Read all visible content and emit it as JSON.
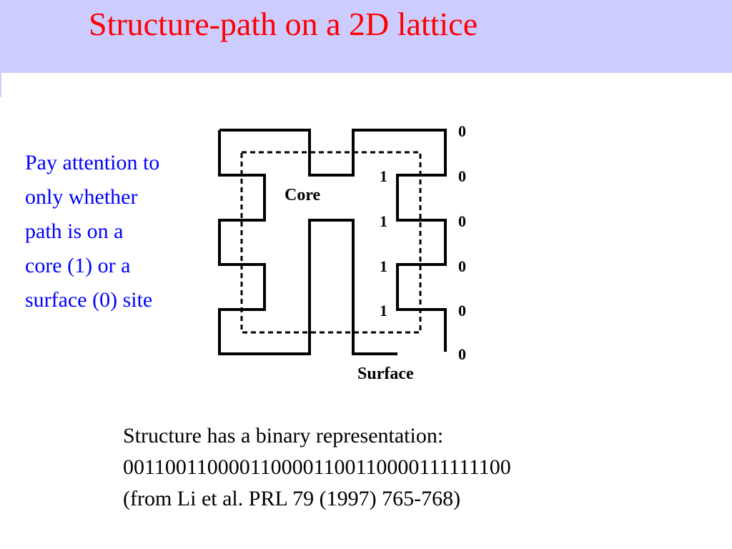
{
  "slide": {
    "title": "Structure-path on a 2D lattice",
    "note_lines": [
      "Pay attention to",
      "only whether",
      "path is on a",
      "core (1) or a",
      "surface (0) site"
    ],
    "caption_lines": [
      "Structure has a binary representation:",
      "0011001100001100001100110000111111100",
      "(from Li et al. PRL 79 (1997) 765-768)"
    ]
  },
  "diagram": {
    "core_label": "Core",
    "surface_label": "Surface",
    "inner_values": [
      "1",
      "1",
      "1",
      "1"
    ],
    "outer_values": [
      "0",
      "0",
      "0",
      "0",
      "0",
      "0"
    ]
  },
  "colors": {
    "header_bg": "#ccccff",
    "title": "#ff0000",
    "note": "#0000ff",
    "caption": "#000000",
    "diagram": "#000000"
  }
}
